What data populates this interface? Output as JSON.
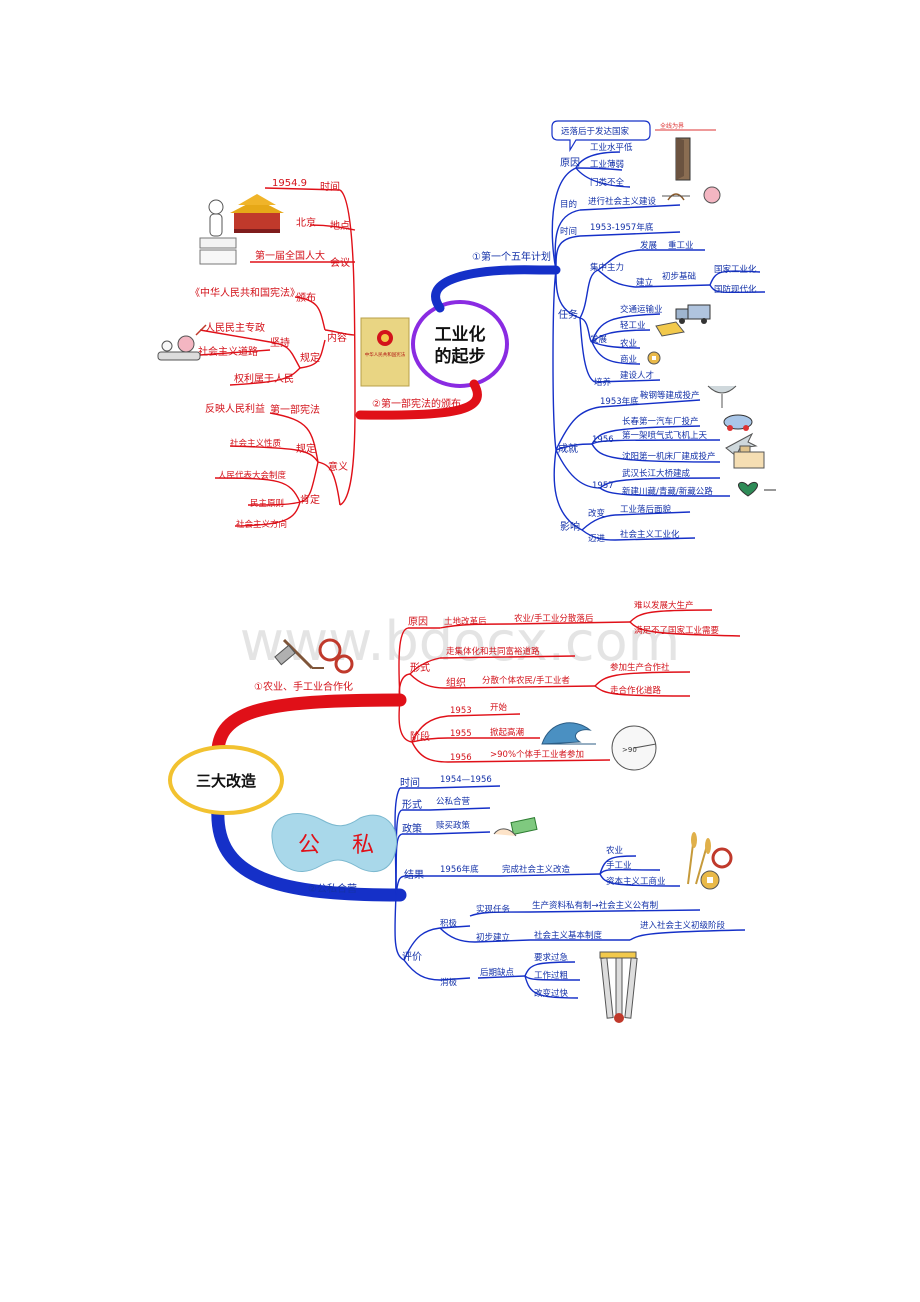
{
  "watermark": "www.bdocx.com",
  "top": {
    "center": {
      "line1": "工业化",
      "line2": "的起步"
    },
    "left": {
      "branch": "②第一部宪法的颁布",
      "time_label": "时间",
      "time_value": "1954.9",
      "place_label": "地点",
      "place_value": "北京",
      "meeting_label": "会议",
      "meeting_value": "第一届全国人大",
      "content_label": "内容",
      "promulgate_label": "颁布",
      "promulgate_value": "《中华人民共和国宪法》",
      "stipulate_label": "规定",
      "adhere_label": "坚持",
      "adhere_1": "人民民主专政",
      "adhere_2": "社会主义道路",
      "power": "权利属于人民",
      "meaning_label": "意义",
      "first_const_label": "第一部宪法",
      "first_const_value": "反映人民利益",
      "norm_label": "规定",
      "norm_value": "社会主义性质",
      "affirm_label": "肯定",
      "affirm_1": "人民代表大会制度",
      "affirm_2": "民主原则",
      "affirm_3": "社会主义方向",
      "book_title": "中华人民共和国宪法"
    },
    "right": {
      "branch": "①第一个五年计划",
      "bubble": "远落后于发达国家",
      "reason_label": "原因",
      "reason_1": "工业水平低",
      "reason_2": "工业薄弱",
      "reason_3": "门类不全",
      "purpose_label": "目的",
      "purpose_value": "进行社会主义建设",
      "time_label": "时间",
      "time_value": "1953-1957年底",
      "task_label": "任务",
      "focus_label": "集中主力",
      "develop_label": "发展",
      "develop_value": "重工业",
      "build_label": "建立",
      "build_value": "初步基础",
      "build_1": "国家工业化",
      "build_2": "国防现代化",
      "dev2_label": "发展",
      "dev2_1": "交通运输业",
      "dev2_2": "轻工业",
      "dev2_3": "农业",
      "dev2_4": "商业",
      "train_label": "培养",
      "train_value": "建设人才",
      "result_label": "成就",
      "y1953": "1953年底",
      "r1953": "鞍钢等建成投产",
      "y1956": "1956",
      "r1956_1": "长春第一汽车厂投产",
      "r1956_2": "第一架喷气式飞机上天",
      "r1956_3": "沈阳第一机床厂建成投产",
      "y1957": "1957",
      "r1957_1": "武汉长江大桥建成",
      "r1957_2": "新建川藏/青藏/新藏公路",
      "impact_label": "影响",
      "change_label": "改变",
      "change_value": "工业落后面貌",
      "advance_label": "迈进",
      "advance_value": "社会主义工业化",
      "sign": "全线为界"
    }
  },
  "bottom": {
    "center": "三大改造",
    "red": {
      "branch": "①农业、手工业合作化",
      "reason_label": "原因",
      "reason_1": "土地改革后",
      "reason_2": "农业/手工业分散落后",
      "reason_3": "难以发展大生产",
      "reason_4": "满足不了国家工业需要",
      "form_label": "形式",
      "form_value": "走集体化和共同富裕道路",
      "org_label": "组织",
      "org_value": "分散个体农民/手工业者",
      "org_1": "参加生产合作社",
      "org_2": "走合作化道路",
      "stage_label": "阶段",
      "s1953": "1953",
      "s1953_v": "开始",
      "s1955": "1955",
      "s1955_v": "掀起高潮",
      "s1956": "1956",
      "s1956_v": ">90%个体手工业者参加",
      "pie_label": ">90"
    },
    "blue": {
      "branch": "②公私合营",
      "gong": "公",
      "si": "私",
      "time_label": "时间",
      "time_value": "1954—1956",
      "form_label": "形式",
      "form_value": "公私合营",
      "policy_label": "政策",
      "policy_value": "赎买政策",
      "result_label": "结果",
      "result_year": "1956年底",
      "result_value": "完成社会主义改造",
      "result_1": "农业",
      "result_2": "手工业",
      "result_3": "资本主义工商业",
      "eval_label": "评价",
      "pos_label": "积极",
      "task_label": "实现任务",
      "task_value": "生产资料私有制→社会主义公有制",
      "init_label": "初步建立",
      "init_value": "社会主义基本制度",
      "init_result": "进入社会主义初级阶段",
      "neg_label": "消极",
      "flaw_label": "后期缺点",
      "flaw_1": "要求过急",
      "flaw_2": "工作过粗",
      "flaw_3": "改变过快"
    }
  }
}
